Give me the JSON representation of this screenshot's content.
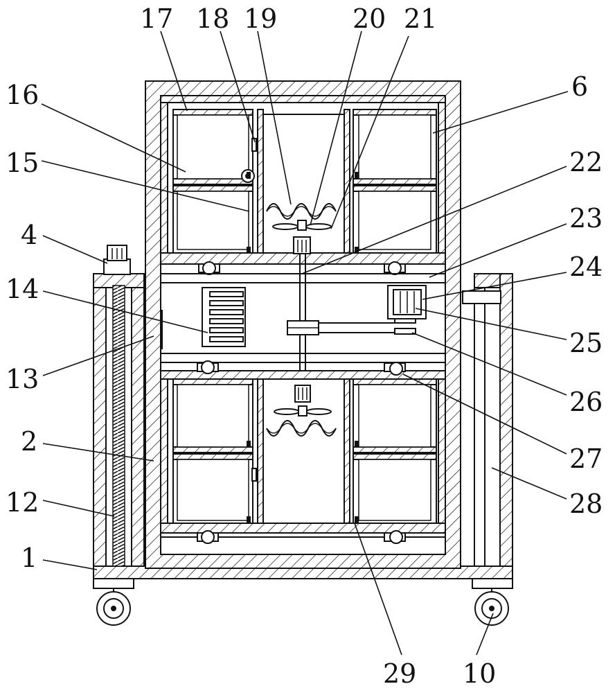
{
  "labels": {
    "l1": "1",
    "l2": "2",
    "l4": "4",
    "l6": "6",
    "l10": "10",
    "l12": "12",
    "l13": "13",
    "l14": "14",
    "l15": "15",
    "l16": "16",
    "l17": "17",
    "l18": "18",
    "l19": "19",
    "l20": "20",
    "l21": "21",
    "l22": "22",
    "l23": "23",
    "l24": "24",
    "l25": "25",
    "l26": "26",
    "l27": "27",
    "l28": "28",
    "l29": "29"
  }
}
